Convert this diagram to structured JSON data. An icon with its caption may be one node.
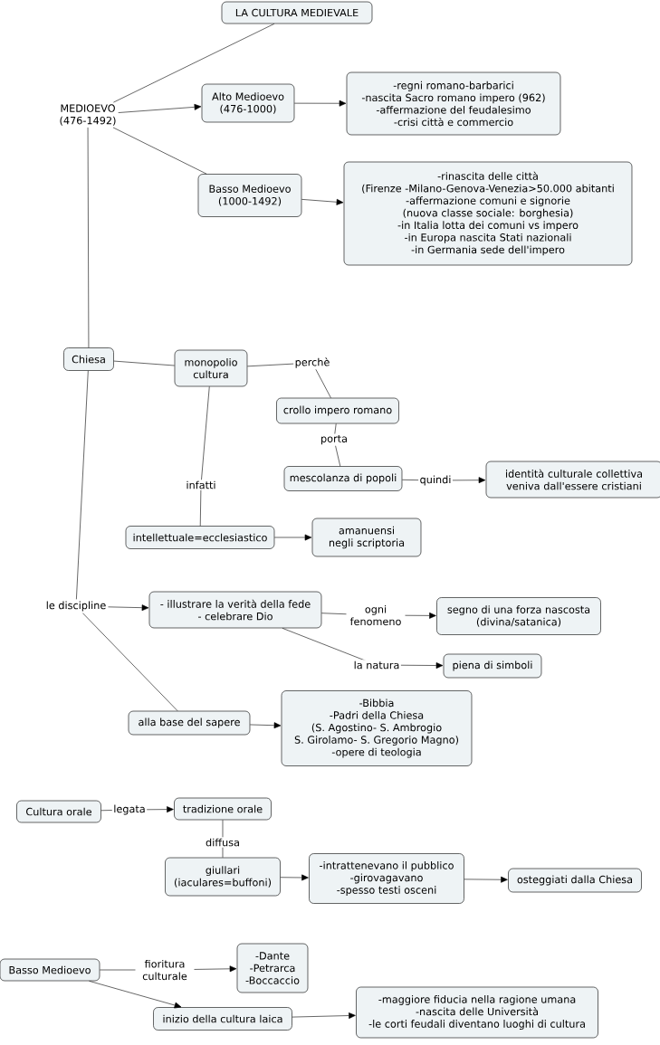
{
  "diagram": {
    "nodes": [
      {
        "text": [
          "LA CULTURA MEDIEVALE"
        ]
      },
      {
        "text": [
          "MEDIOEVO",
          "(476-1492)"
        ]
      },
      {
        "text": [
          "Alto Medioevo",
          "(476-1000)"
        ]
      },
      {
        "text": [
          "-regni romano-barbarici",
          "-nascita Sacro romano impero (962)",
          "-affermazione del feudalesimo",
          "-crisi città e commercio"
        ]
      },
      {
        "text": [
          "Basso Medioevo",
          "(1000-1492)"
        ]
      },
      {
        "text": [
          "-rinascita delle città",
          "(Firenze -Milano-Genova-Venezia>50.000 abitanti",
          "-affermazione comuni e signorie",
          "(nuova classe sociale: borghesia)",
          "-in Italia lotta dei comuni vs impero",
          "-in Europa nascita Stati nazionali",
          "-in Germania sede dell'impero"
        ]
      },
      {
        "text": [
          "Chiesa"
        ]
      },
      {
        "text": [
          "monopolio cultura"
        ]
      },
      {
        "text": [
          "crollo impero romano"
        ]
      },
      {
        "text": [
          "mescolanza di popoli"
        ]
      },
      {
        "text": [
          "identità culturale collettiva veniva dall'essere cristiani"
        ]
      },
      {
        "text": [
          "intellettuale=ecclesiastico"
        ]
      },
      {
        "text": [
          "amanuensi negli scriptoria"
        ]
      },
      {
        "text": [
          "le discipline"
        ]
      },
      {
        "text": [
          "- illustrare la verità della fede",
          "- celebrare Dio"
        ]
      },
      {
        "text": [
          "segno di una forza nascosta",
          "(divina/satanica)"
        ]
      },
      {
        "text": [
          "piena di simboli"
        ]
      },
      {
        "text": [
          "alla base del sapere"
        ]
      },
      {
        "text": [
          "-Bibbia",
          "-Padri della Chiesa",
          "(S. Agostino- S. Ambrogio",
          "S. Girolamo- S. Gregorio Magno)",
          "-opere di teologia"
        ]
      },
      {
        "text": [
          "Cultura orale"
        ]
      },
      {
        "text": [
          "tradizione orale"
        ]
      },
      {
        "text": [
          "giullari",
          "(iaculares=buffoni)"
        ]
      },
      {
        "text": [
          "-intrattenevano il pubblico",
          "-girovagavano",
          "-spesso testi osceni"
        ]
      },
      {
        "text": [
          "osteggiati dalla Chiesa"
        ]
      },
      {
        "text": [
          "Basso Medioevo"
        ]
      },
      {
        "text": [
          "-Dante",
          "-Petrarca",
          "-Boccaccio"
        ]
      },
      {
        "text": [
          "inizio della cultura laica"
        ]
      },
      {
        "text": [
          "-maggiore fiducia nella ragione umana",
          "-nascita delle Università",
          "-le corti feudali diventano luoghi di cultura"
        ]
      }
    ],
    "edges": [
      {
        "from": 0,
        "to": 1,
        "arrow": "none"
      },
      {
        "from": 1,
        "to": 2,
        "arrow": "to"
      },
      {
        "from": 2,
        "to": 3,
        "arrow": "to"
      },
      {
        "from": 1,
        "to": 4,
        "arrow": "none"
      },
      {
        "from": 4,
        "to": 5,
        "arrow": "to"
      },
      {
        "from": 1,
        "to": 6,
        "arrow": "none"
      },
      {
        "from": 6,
        "to": 7,
        "arrow": "none"
      },
      {
        "from": 7,
        "to": 8,
        "arrow": "none",
        "label": "perchè"
      },
      {
        "from": 8,
        "to": 9,
        "arrow": "none",
        "label": "porta"
      },
      {
        "from": 9,
        "to": 10,
        "arrow": "to",
        "label": "quindi"
      },
      {
        "from": 7,
        "to": 11,
        "arrow": "none",
        "label": "infatti"
      },
      {
        "from": 11,
        "to": 12,
        "arrow": "to"
      },
      {
        "from": 6,
        "to": 13,
        "arrow": "none"
      },
      {
        "from": 13,
        "to": 14,
        "arrow": "to"
      },
      {
        "from": 14,
        "to": 15,
        "arrow": "to",
        "label": "ogni fenomeno"
      },
      {
        "from": 14,
        "to": 16,
        "arrow": "to",
        "label": "la natura"
      },
      {
        "from": 13,
        "to": 17,
        "arrow": "none"
      },
      {
        "from": 17,
        "to": 18,
        "arrow": "to"
      },
      {
        "from": 19,
        "to": 20,
        "arrow": "to",
        "label": "legata"
      },
      {
        "from": 20,
        "to": 21,
        "arrow": "none",
        "label": "diffusa"
      },
      {
        "from": 21,
        "to": 22,
        "arrow": "to"
      },
      {
        "from": 22,
        "to": 23,
        "arrow": "to"
      },
      {
        "from": 24,
        "to": 25,
        "arrow": "to",
        "label": "fioritura culturale"
      },
      {
        "from": 24,
        "to": 26,
        "arrow": "to"
      },
      {
        "from": 26,
        "to": 27,
        "arrow": "to"
      }
    ]
  }
}
